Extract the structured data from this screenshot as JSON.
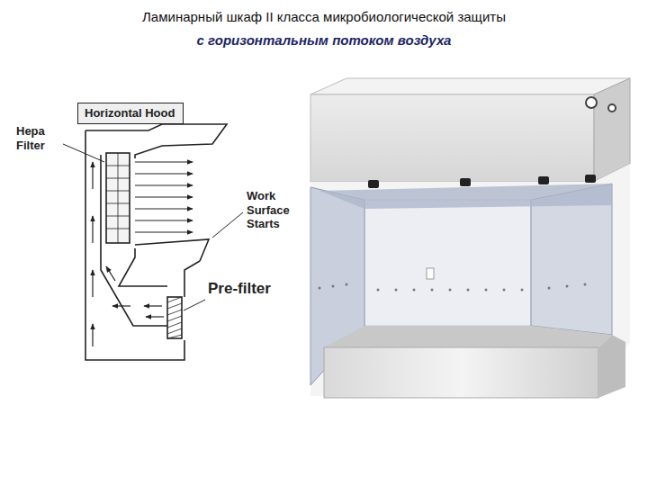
{
  "diagram": {
    "title": "Ламинарный шкаф II класса микробиологической защиты",
    "nodes": [
      {
        "text": [
          "Horizontal Hood"
        ]
      }
    ],
    "labels": [
      "с горизонтальным потоком воздуха",
      "Hepa Filter",
      "Work Surface Starts",
      "Pre-filter"
    ]
  }
}
